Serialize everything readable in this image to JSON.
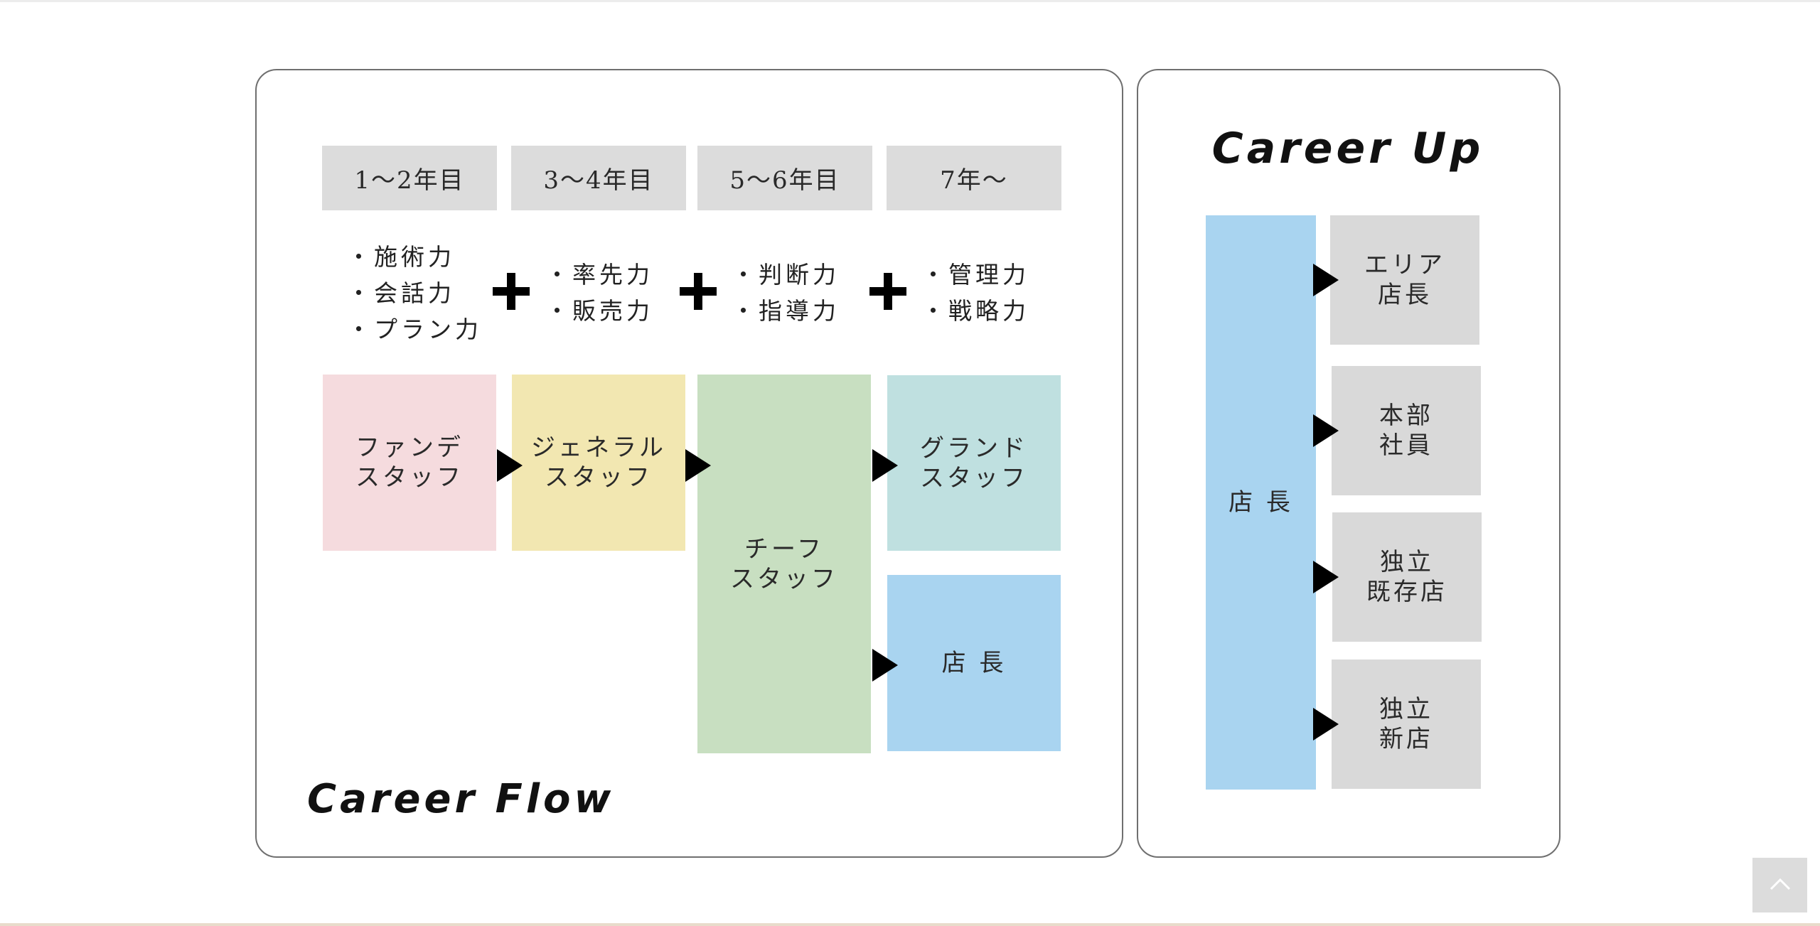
{
  "career_flow": {
    "title": "Career Flow",
    "years": [
      "1～2年目",
      "3～4年目",
      "5～6年目",
      "7年～"
    ],
    "skills": [
      [
        "・施術力",
        "・会話力",
        "・プラン力"
      ],
      [
        "・率先力",
        "・販売力"
      ],
      [
        "・判断力",
        "・指導力"
      ],
      [
        "・管理力",
        "・戦略力"
      ]
    ],
    "stages": {
      "fande": "ファンデ\nスタッフ",
      "general": "ジェネラル\nスタッフ",
      "chief": "チーフ\nスタッフ",
      "grand": "グランド\nスタッフ",
      "manager": "店 長"
    }
  },
  "career_up": {
    "title": "Career Up",
    "base": "店 長",
    "options": [
      "エリア\n店長",
      "本部\n社員",
      "独立\n既存店",
      "独立\n新店"
    ]
  },
  "colors": {
    "fande": "#f5dbde",
    "general": "#f2e7b1",
    "chief": "#c8dfc1",
    "grand": "#bfe0e0",
    "manager": "#a9d4f0",
    "gray": "#d9d9d9"
  },
  "icons": {
    "plus": "plus-icon",
    "arrow": "triangle-right-icon",
    "scroll_top": "chevron-up-icon"
  }
}
